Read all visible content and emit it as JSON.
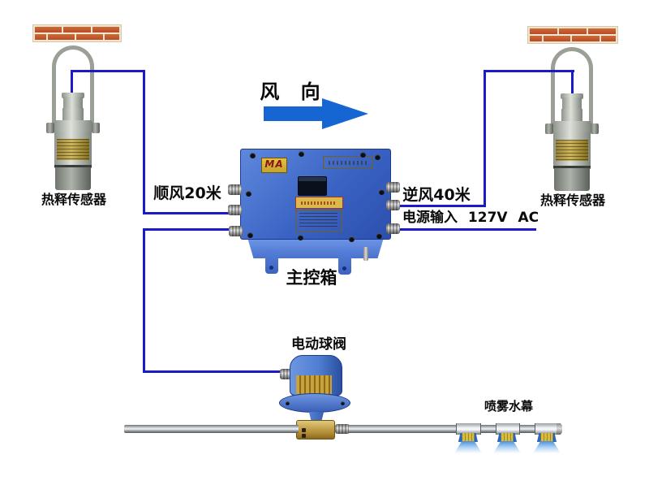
{
  "labels": {
    "wind_direction": "风 向",
    "sensor_left": "热释传感器",
    "sensor_right": "热释传感器",
    "downwind_distance": "顺风20米",
    "upwind_distance": "逆风40米",
    "power_input": "电源输入 127V AC",
    "main_control_box": "主控箱",
    "electric_ball_valve": "电动球阀",
    "spray_water_curtain": "喷雾水幕",
    "ma_certification": "MA"
  },
  "colors": {
    "wire_blue": "#1a1ac8",
    "arrow_blue": "#1565d2",
    "brick_red": "#b84c24",
    "mortar": "#efe6d2",
    "box_blue": "#3a63c4",
    "brass": "#c4a84a",
    "nozzle_blue": "#2a68c8",
    "spray_blue": "#4a90dc"
  }
}
